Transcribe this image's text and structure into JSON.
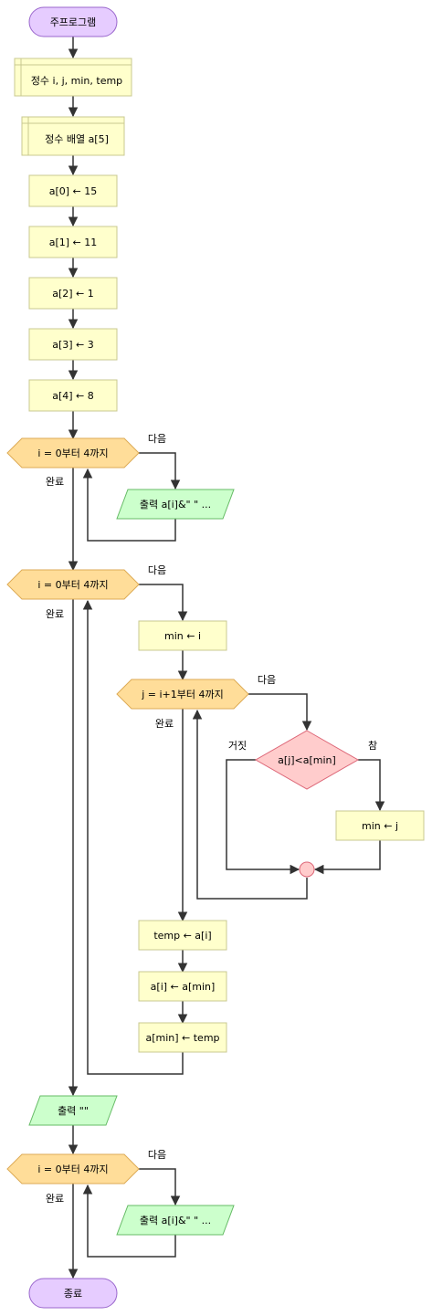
{
  "flow": {
    "start": "주프로그램",
    "end": "종료",
    "declare_vars": "정수 i, j, min, temp",
    "declare_array": "정수 배열 a[5]",
    "assign_a0": "a[0] ← 15",
    "assign_a1": "a[1] ← 11",
    "assign_a2": "a[2] ← 1",
    "assign_a3": "a[3] ← 3",
    "assign_a4": "a[4] ← 8",
    "loop1": "i = 0부터 4까지",
    "output1": "출력 a[i]&\" \" ...",
    "loop2": "i = 0부터 4까지",
    "assign_min": "min ← i",
    "loop_inner": "j = i+1부터 4까지",
    "condition": "a[j]<a[min]",
    "assign_min_j": "min ← j",
    "assign_temp": "temp ← a[i]",
    "assign_ai": "a[i] ← a[min]",
    "assign_amin": "a[min] ← temp",
    "output_blank": "출력 \"\"",
    "loop3": "i = 0부터 4까지",
    "output3": "출력 a[i]&\" \" ..."
  },
  "edge_labels": {
    "next": "다음",
    "done": "완료",
    "true": "참",
    "false": "거짓"
  },
  "colors": {
    "terminal_fill": "#e6ccff",
    "terminal_stroke": "#9966cc",
    "process_fill": "#ffffcc",
    "process_stroke": "#c8c890",
    "loop_fill": "#ffdd99",
    "loop_stroke": "#ddaa55",
    "io_fill": "#ccffcc",
    "io_stroke": "#66bb66",
    "decision_fill": "#ffcccc",
    "decision_stroke": "#dd6677",
    "edge": "#333333"
  }
}
